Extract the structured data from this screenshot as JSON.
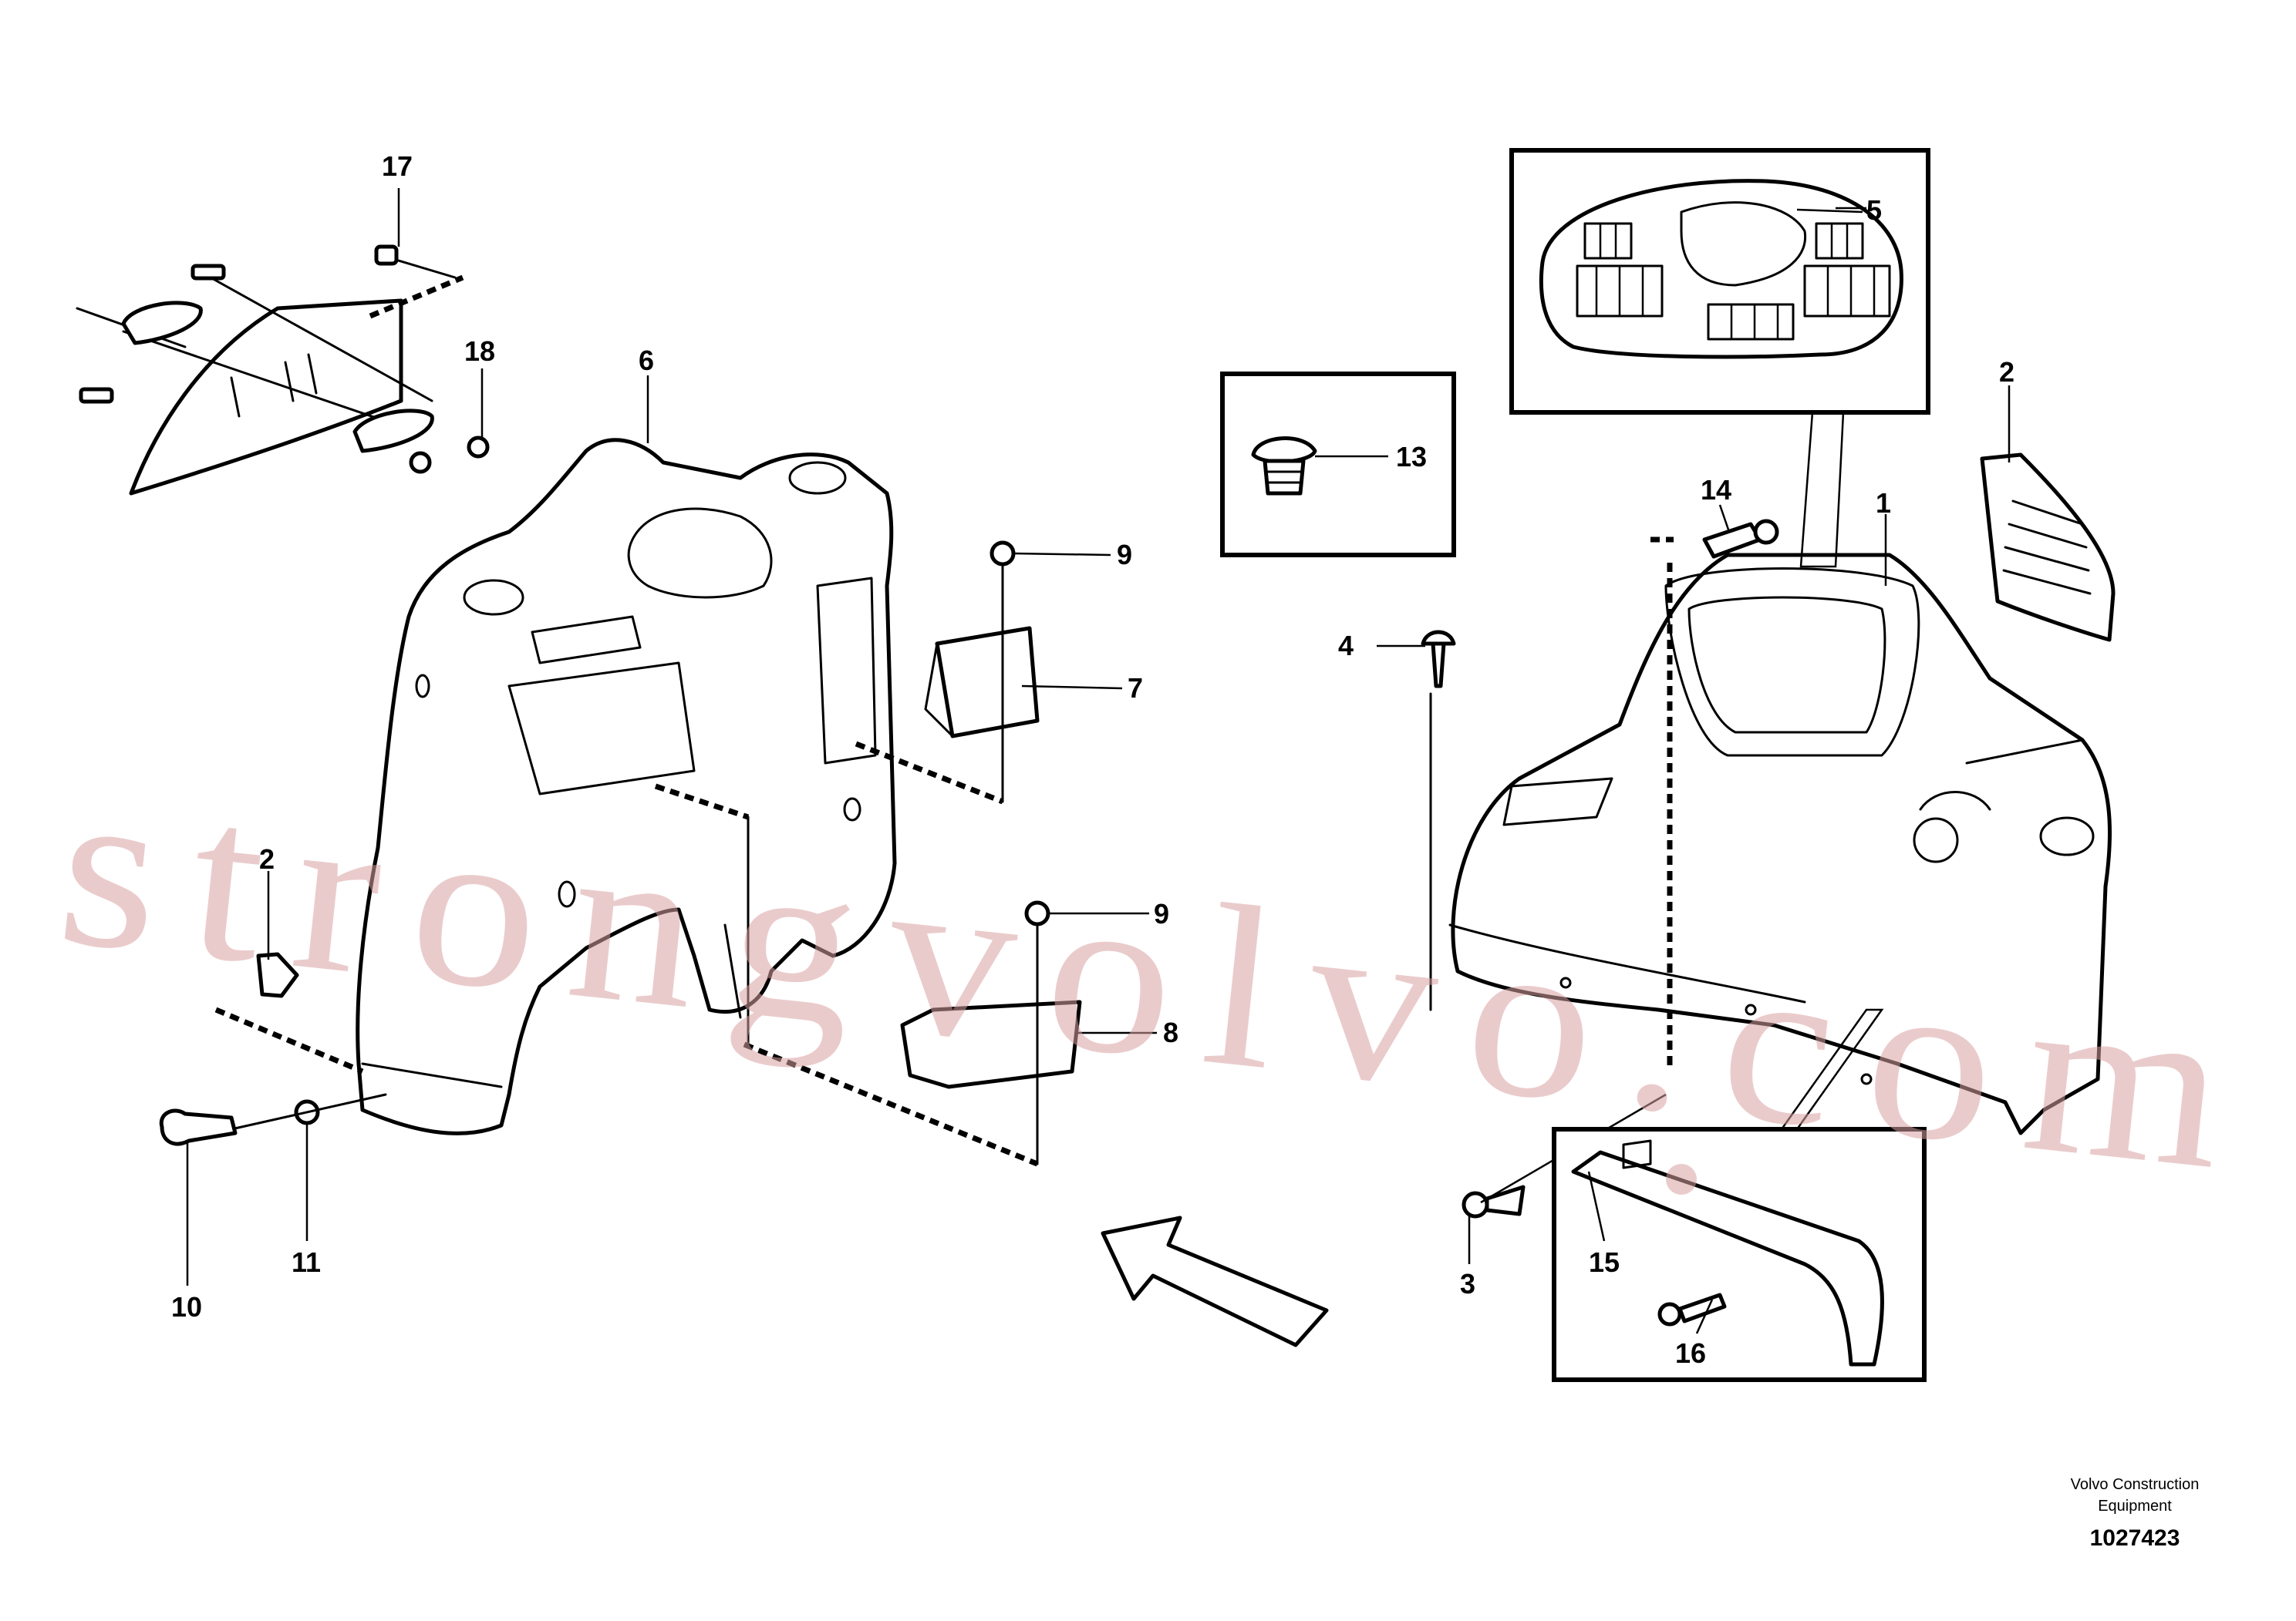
{
  "callouts": {
    "c1": "1",
    "c2a": "2",
    "c2b": "2",
    "c3": "3",
    "c4": "4",
    "c5": "5",
    "c6": "6",
    "c7": "7",
    "c8": "8",
    "c9a": "9",
    "c9b": "9",
    "c10": "10",
    "c11": "11",
    "c13": "13",
    "c14": "14",
    "c15": "15",
    "c16": "16",
    "c17": "17",
    "c18": "18"
  },
  "watermark": "strongvolvo.com",
  "credit": {
    "line1": "Volvo Construction",
    "line2": "Equipment",
    "doc_number": "1027423"
  },
  "colors": {
    "watermark": "#d9a0a0",
    "ink": "#000000"
  }
}
